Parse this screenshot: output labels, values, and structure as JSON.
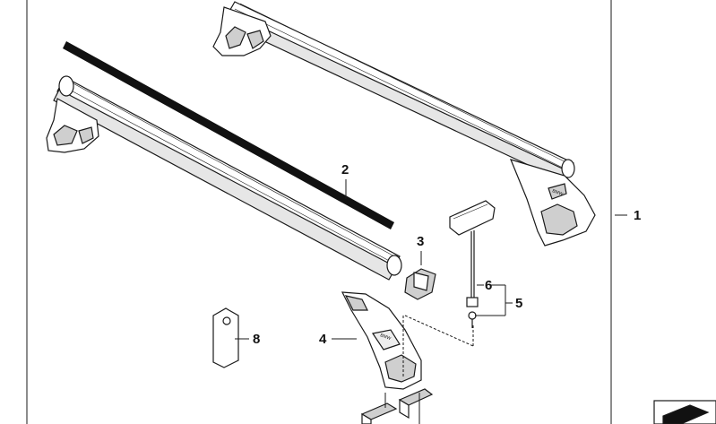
{
  "diagram": {
    "callouts": {
      "c1": "1",
      "c2": "2",
      "c3": "3",
      "c4": "4",
      "c5": "5",
      "c6": "6",
      "c8": "8"
    },
    "brand_mark": "BMW",
    "colors": {
      "line": "#1a1a1a",
      "fill": "#ffffff",
      "shade": "#cfcfcf",
      "dark": "#111111"
    }
  }
}
